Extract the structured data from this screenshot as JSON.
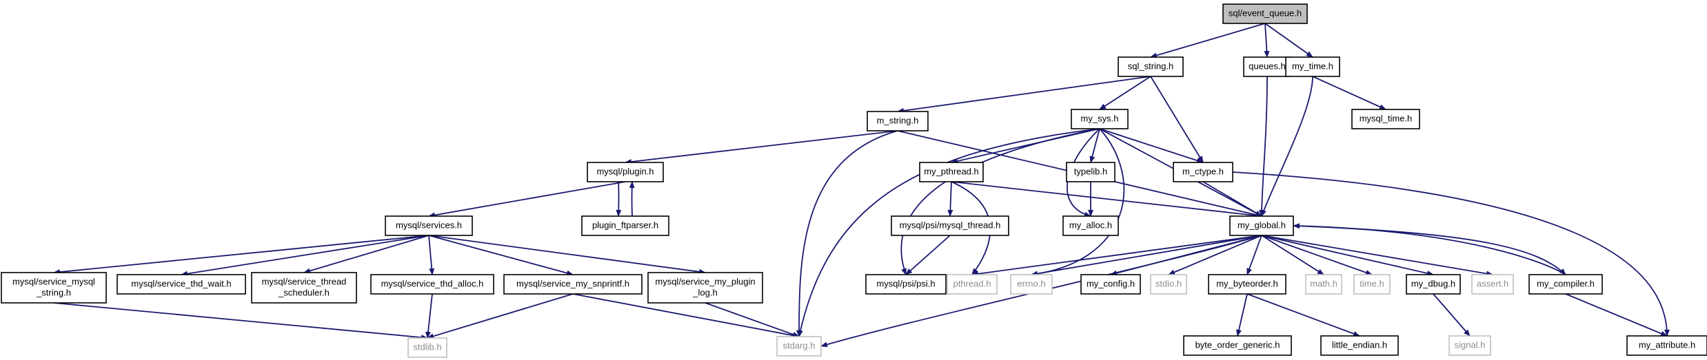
{
  "colors": {
    "edge": "#191970",
    "box_border": "#000000",
    "box_fill": "#ffffff",
    "root_fill": "#bfbfbf",
    "missing_border": "#bfbfbf",
    "missing_text": "#8c8c8c",
    "text": "#000000"
  },
  "nodes": [
    {
      "id": "event_queue",
      "lines": [
        "sql/event_queue.h"
      ],
      "kind": "root"
    },
    {
      "id": "sql_string",
      "lines": [
        "sql_string.h"
      ],
      "kind": "normal"
    },
    {
      "id": "queues",
      "lines": [
        "queues.h"
      ],
      "kind": "normal"
    },
    {
      "id": "my_time",
      "lines": [
        "my_time.h"
      ],
      "kind": "normal"
    },
    {
      "id": "mysql_time",
      "lines": [
        "mysql_time.h"
      ],
      "kind": "normal"
    },
    {
      "id": "m_string",
      "lines": [
        "m_string.h"
      ],
      "kind": "normal"
    },
    {
      "id": "my_sys",
      "lines": [
        "my_sys.h"
      ],
      "kind": "normal"
    },
    {
      "id": "mysql_plugin",
      "lines": [
        "mysql/plugin.h"
      ],
      "kind": "normal"
    },
    {
      "id": "plugin_ftparser",
      "lines": [
        "plugin_ftparser.h"
      ],
      "kind": "normal"
    },
    {
      "id": "my_pthread",
      "lines": [
        "my_pthread.h"
      ],
      "kind": "normal"
    },
    {
      "id": "typelib",
      "lines": [
        "typelib.h"
      ],
      "kind": "normal"
    },
    {
      "id": "m_ctype",
      "lines": [
        "m_ctype.h"
      ],
      "kind": "normal"
    },
    {
      "id": "mysql_services",
      "lines": [
        "mysql/services.h"
      ],
      "kind": "normal"
    },
    {
      "id": "psi_thread",
      "lines": [
        "mysql/psi/mysql_thread.h"
      ],
      "kind": "normal"
    },
    {
      "id": "my_alloc",
      "lines": [
        "my_alloc.h"
      ],
      "kind": "normal"
    },
    {
      "id": "my_global",
      "lines": [
        "my_global.h"
      ],
      "kind": "normal"
    },
    {
      "id": "svc_mysql_string",
      "lines": [
        "mysql/service_mysql",
        "_string.h"
      ],
      "kind": "normal"
    },
    {
      "id": "svc_thd_wait",
      "lines": [
        "mysql/service_thd_wait.h"
      ],
      "kind": "normal"
    },
    {
      "id": "svc_thread_sched",
      "lines": [
        "mysql/service_thread",
        "_scheduler.h"
      ],
      "kind": "normal"
    },
    {
      "id": "svc_thd_alloc",
      "lines": [
        "mysql/service_thd_alloc.h"
      ],
      "kind": "normal"
    },
    {
      "id": "svc_snprintf",
      "lines": [
        "mysql/service_my_snprintf.h"
      ],
      "kind": "normal"
    },
    {
      "id": "svc_plugin_log",
      "lines": [
        "mysql/service_my_plugin",
        "_log.h"
      ],
      "kind": "normal"
    },
    {
      "id": "psi",
      "lines": [
        "mysql/psi/psi.h"
      ],
      "kind": "normal"
    },
    {
      "id": "pthread",
      "lines": [
        "pthread.h"
      ],
      "kind": "missing"
    },
    {
      "id": "errno",
      "lines": [
        "errno.h"
      ],
      "kind": "missing"
    },
    {
      "id": "my_config",
      "lines": [
        "my_config.h"
      ],
      "kind": "normal"
    },
    {
      "id": "stdio",
      "lines": [
        "stdio.h"
      ],
      "kind": "missing"
    },
    {
      "id": "my_byteorder",
      "lines": [
        "my_byteorder.h"
      ],
      "kind": "normal"
    },
    {
      "id": "math",
      "lines": [
        "math.h"
      ],
      "kind": "missing"
    },
    {
      "id": "time",
      "lines": [
        "time.h"
      ],
      "kind": "missing"
    },
    {
      "id": "my_dbug",
      "lines": [
        "my_dbug.h"
      ],
      "kind": "normal"
    },
    {
      "id": "assert",
      "lines": [
        "assert.h"
      ],
      "kind": "missing"
    },
    {
      "id": "my_compiler",
      "lines": [
        "my_compiler.h"
      ],
      "kind": "normal"
    },
    {
      "id": "stdlib",
      "lines": [
        "stdlib.h"
      ],
      "kind": "missing"
    },
    {
      "id": "stdarg",
      "lines": [
        "stdarg.h"
      ],
      "kind": "missing"
    },
    {
      "id": "byte_order_generic",
      "lines": [
        "byte_order_generic.h"
      ],
      "kind": "normal"
    },
    {
      "id": "little_endian",
      "lines": [
        "little_endian.h"
      ],
      "kind": "normal"
    },
    {
      "id": "signal",
      "lines": [
        "signal.h"
      ],
      "kind": "missing"
    },
    {
      "id": "my_attribute",
      "lines": [
        "my_attribute.h"
      ],
      "kind": "normal"
    }
  ],
  "edges": [
    [
      "event_queue",
      "sql_string"
    ],
    [
      "event_queue",
      "queues"
    ],
    [
      "event_queue",
      "my_time"
    ],
    [
      "sql_string",
      "m_string"
    ],
    [
      "sql_string",
      "my_sys"
    ],
    [
      "sql_string",
      "m_ctype"
    ],
    [
      "queues",
      "my_global"
    ],
    [
      "my_time",
      "mysql_time"
    ],
    [
      "my_time",
      "my_global"
    ],
    [
      "m_string",
      "mysql_plugin"
    ],
    [
      "m_string",
      "my_global"
    ],
    [
      "m_string",
      "stdarg"
    ],
    [
      "my_sys",
      "my_pthread"
    ],
    [
      "my_sys",
      "typelib"
    ],
    [
      "my_sys",
      "m_ctype"
    ],
    [
      "my_sys",
      "my_alloc"
    ],
    [
      "my_sys",
      "my_global"
    ],
    [
      "my_sys",
      "psi"
    ],
    [
      "my_sys",
      "errno"
    ],
    [
      "my_sys",
      "stdarg"
    ],
    [
      "mysql_plugin",
      "mysql_services"
    ],
    [
      "mysql_plugin",
      "plugin_ftparser"
    ],
    [
      "plugin_ftparser",
      "mysql_plugin"
    ],
    [
      "my_pthread",
      "psi_thread"
    ],
    [
      "my_pthread",
      "my_global"
    ],
    [
      "my_pthread",
      "pthread"
    ],
    [
      "typelib",
      "my_alloc"
    ],
    [
      "m_ctype",
      "my_global"
    ],
    [
      "m_ctype",
      "my_attribute"
    ],
    [
      "mysql_services",
      "svc_mysql_string"
    ],
    [
      "mysql_services",
      "svc_thd_wait"
    ],
    [
      "mysql_services",
      "svc_thread_sched"
    ],
    [
      "mysql_services",
      "svc_thd_alloc"
    ],
    [
      "mysql_services",
      "svc_snprintf"
    ],
    [
      "mysql_services",
      "svc_plugin_log"
    ],
    [
      "psi_thread",
      "psi"
    ],
    [
      "my_global",
      "my_config"
    ],
    [
      "my_global",
      "stdio"
    ],
    [
      "my_global",
      "my_byteorder"
    ],
    [
      "my_global",
      "math"
    ],
    [
      "my_global",
      "time"
    ],
    [
      "my_global",
      "my_dbug"
    ],
    [
      "my_global",
      "assert"
    ],
    [
      "my_global",
      "my_compiler"
    ],
    [
      "my_global",
      "pthread"
    ],
    [
      "my_global",
      "errno"
    ],
    [
      "my_global",
      "stdarg"
    ],
    [
      "my_compiler",
      "my_global"
    ],
    [
      "my_compiler",
      "my_attribute"
    ],
    [
      "svc_mysql_string",
      "stdlib"
    ],
    [
      "svc_thd_alloc",
      "stdlib"
    ],
    [
      "svc_snprintf",
      "stdlib"
    ],
    [
      "svc_snprintf",
      "stdarg"
    ],
    [
      "svc_plugin_log",
      "stdarg"
    ],
    [
      "my_byteorder",
      "byte_order_generic"
    ],
    [
      "my_byteorder",
      "little_endian"
    ],
    [
      "my_dbug",
      "signal"
    ]
  ]
}
